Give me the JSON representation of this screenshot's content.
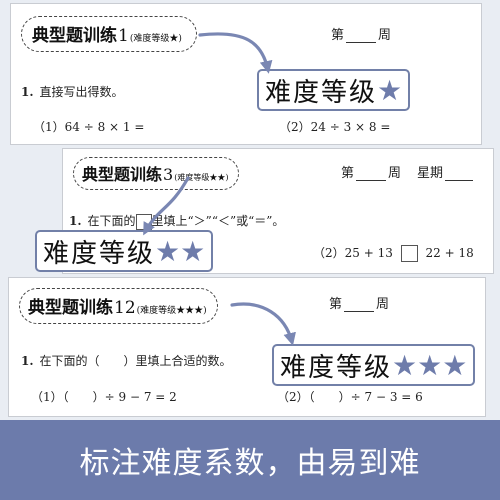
{
  "card1": {
    "title_main": "典型题训练",
    "title_num": "1",
    "title_diff": "(难度等级★)",
    "week_pre": "第",
    "week_post": "周",
    "question_num": "1.",
    "question_text": "直接写出得数。",
    "item1": "（1）64 ÷ 8 × 1 =",
    "item2": "（2）24 ÷ 3 × 8 =",
    "badge_label": "难度等级",
    "badge_stars": "★"
  },
  "card2": {
    "title_main": "典型题训练",
    "title_num": "3",
    "title_diff": "(难度等级★★)",
    "week_pre": "第",
    "week_mid": "周",
    "weekday": "星期",
    "question_num": "1.",
    "question_pre": "在下面的",
    "question_post": "里填上“＞”“＜”或“＝”。",
    "item2_pre": "（2）25 + 13",
    "item2_post": "22 + 18",
    "badge_label": "难度等级",
    "badge_stars": "★★"
  },
  "card3": {
    "title_main": "典型题训练",
    "title_num": "12",
    "title_diff": "(难度等级★★★)",
    "week_pre": "第",
    "week_post": "周",
    "question_num": "1.",
    "question_text": "在下面的（　　）里填上合适的数。",
    "item1": "（1）（　　）÷ 9 − 7 = 2",
    "item2": "（2）（　　）÷ 7 − 3 = 6",
    "badge_label": "难度等级",
    "badge_stars": "★★★"
  },
  "banner": {
    "text": "标注难度系数，由易到难"
  },
  "colors": {
    "accent": "#6c7bab",
    "star": "#6e7cab",
    "arrow": "#7a87b3"
  }
}
